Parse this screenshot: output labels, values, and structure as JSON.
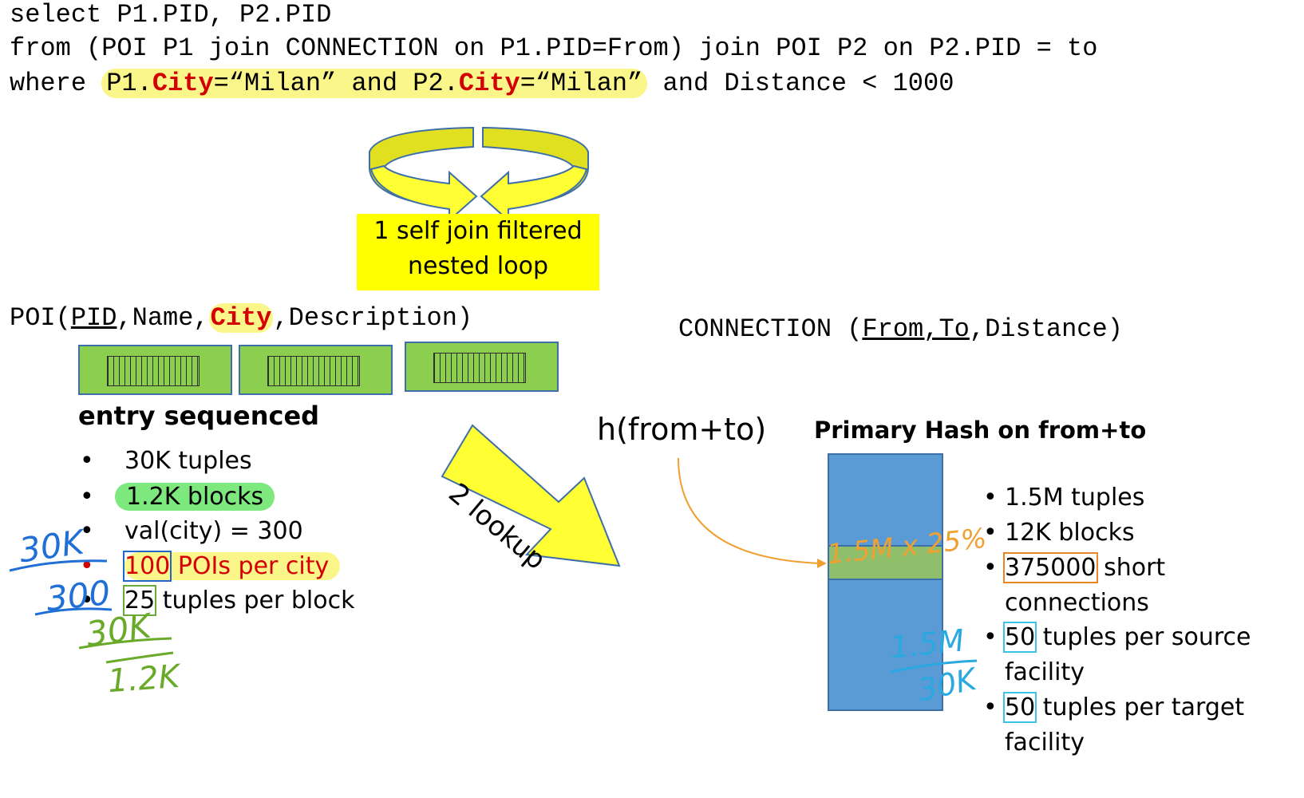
{
  "sql": {
    "line1": "select P1.PID, P2.PID",
    "line2": "from (POI P1 join CONNECTION on P1.PID=From) join POI P2 on P2.PID = to",
    "line3_prefix": "where ",
    "line3_p1": "P1.",
    "line3_city1": "City",
    "line3_eq1": "=“Milan” and P2.",
    "line3_city2": "City",
    "line3_eq2": "=“Milan”",
    "line3_suffix": " and Distance < 1000"
  },
  "join_box": {
    "line1": "1 self join filtered",
    "line2": "nested loop"
  },
  "poi_schema": {
    "prefix": "POI(",
    "pid": "PID",
    "name": ",Name,",
    "city": "City",
    "rest": ",Description)"
  },
  "poi_title": "entry sequenced",
  "poi_bullets": {
    "b1": "30K tuples",
    "b2": "1.2K blocks",
    "b3": "val(city) = 300",
    "b4_num": "100",
    "b4_text": "POIs per city",
    "b5_num": "25",
    "b5_text": "tuples per block"
  },
  "lookup_label": "2 lookup",
  "connection_schema": {
    "prefix": "CONNECTION (",
    "from_to": "From,To",
    "rest": ",Distance)"
  },
  "hash_fn": "h(from+to)",
  "hash_title": "Primary Hash on from+to",
  "conn_bullets": {
    "b1": "1.5M tuples",
    "b2": "12K blocks",
    "b3_num": "375000",
    "b3_text": "short",
    "b3_text2": "connections",
    "b4_num": "50",
    "b4_text": "tuples per source",
    "b4_text2": "facility",
    "b5_num": "50",
    "b5_text": "tuples per target",
    "b5_text2": "facility"
  },
  "handwriting": {
    "blue_num": "30K",
    "blue_den": "300",
    "green_num": "30K",
    "green_den": "1.2K",
    "orange": "1.5M x 25%",
    "cyan_num": "1.5M",
    "cyan_den": "30K"
  },
  "colors": {
    "highlight_yellow": "#fbf68a",
    "keyword_red": "#d40000",
    "block_green": "#8ccf4e",
    "hash_blue": "#5b9bd5",
    "hash_bucket": "#8fbf6a",
    "arrow_yellow": "#ffff33",
    "hand_blue": "#1f6fd6",
    "hand_green": "#6aaa2a",
    "hand_orange": "#f0a030",
    "hand_cyan": "#2aa8e0"
  }
}
